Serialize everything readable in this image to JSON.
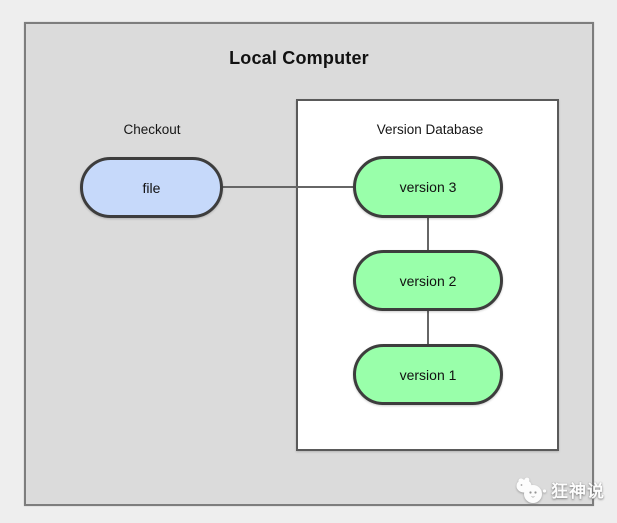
{
  "page": {
    "background_color": "#EEEEEE"
  },
  "diagram": {
    "title": "Local Computer",
    "outer_box_fill": "#DBDBDB",
    "outer_box_border": "#7D7D7D",
    "checkout": {
      "label": "Checkout",
      "node_label": "file",
      "node_fill": "#C6D9FA"
    },
    "version_database": {
      "label": "Version Database",
      "box_fill": "#FFFFFF",
      "node_fill": "#99FFAA",
      "nodes": [
        "version 3",
        "version 2",
        "version 1"
      ]
    },
    "connector_color": "#666666",
    "node_border_color": "#3D3D3D"
  },
  "watermark": {
    "text": "狂神说",
    "icon": "mascot-icon",
    "color": "#FFFFFF"
  }
}
